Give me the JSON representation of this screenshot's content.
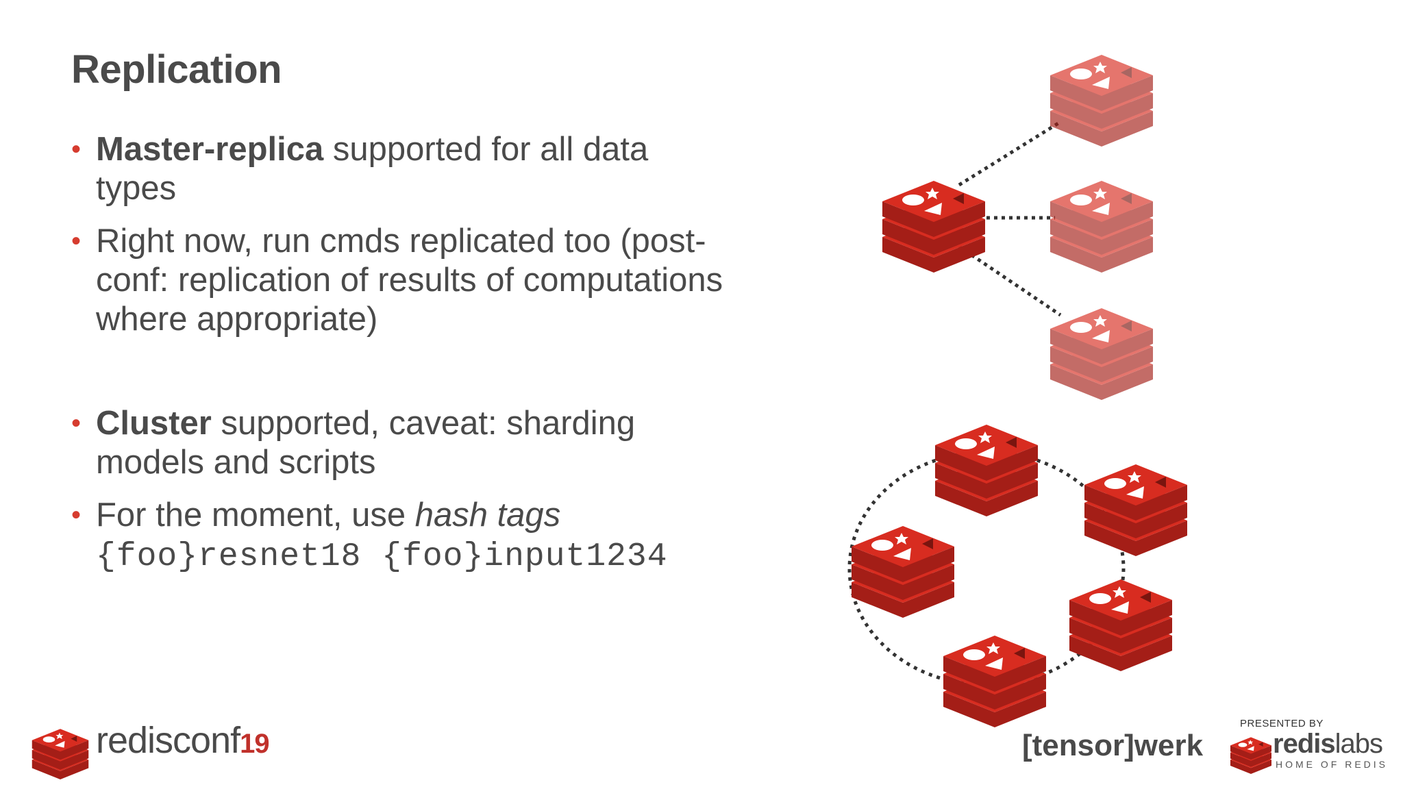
{
  "slide": {
    "title": "Replication",
    "bullets": [
      {
        "bold": "Master-replica",
        "rest": " supported for all data types"
      },
      {
        "text": "Right now, run cmds replicated too (post-conf: replication of results of computations where appropriate)"
      },
      {
        "bold": "Cluster",
        "rest": " supported, caveat: sharding models and scripts"
      },
      {
        "prefix": "For the moment, use ",
        "italic": "hash tags",
        "code": "{foo}resnet18 {foo}input1234"
      }
    ]
  },
  "footer": {
    "conf_name": "redisconf",
    "conf_year": "19",
    "sponsor": "[tensor]werk",
    "presented_by": "PRESENTED BY",
    "redislabs_bold": "redis",
    "redislabs_light": "labs",
    "tagline": "HOME OF REDIS"
  },
  "colors": {
    "accent": "#d63c2f",
    "redis_red": "#d82c20",
    "replica_red": "#e8766c",
    "text": "#4a4a4a"
  },
  "icons": {
    "node": "redis-logo-icon"
  }
}
